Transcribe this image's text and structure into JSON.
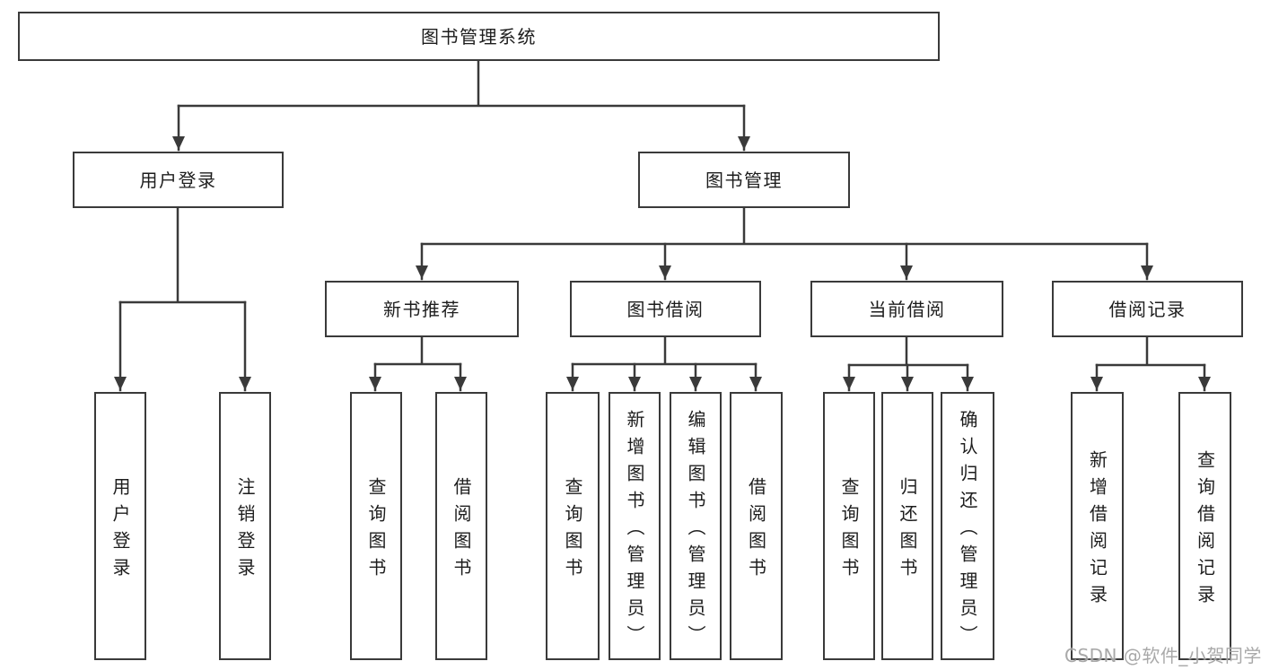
{
  "diagram": {
    "type": "hierarchy-tree",
    "root": {
      "label": "图书管理系统"
    },
    "level2": {
      "user_login": {
        "label": "用户登录"
      },
      "book_management": {
        "label": "图书管理"
      }
    },
    "level3": {
      "new_book_recommend": {
        "label": "新书推荐",
        "parent": "图书管理"
      },
      "book_borrowing": {
        "label": "图书借阅",
        "parent": "图书管理"
      },
      "current_borrowing": {
        "label": "当前借阅",
        "parent": "图书管理"
      },
      "borrowing_records": {
        "label": "借阅记录",
        "parent": "图书管理"
      }
    },
    "leaves": {
      "login": {
        "label": "用户登录",
        "parent": "用户登录"
      },
      "logout": {
        "label": "注销登录",
        "parent": "用户登录"
      },
      "nbr_query_books": {
        "label": "查询图书",
        "parent": "新书推荐"
      },
      "nbr_borrow_books": {
        "label": "借阅图书",
        "parent": "新书推荐"
      },
      "bb_query_books": {
        "label": "查询图书",
        "parent": "图书借阅"
      },
      "bb_add_books_admin": {
        "label": "新增图书（管理员）",
        "parent": "图书借阅"
      },
      "bb_edit_books_admin": {
        "label": "编辑图书（管理员）",
        "parent": "图书借阅"
      },
      "bb_borrow_books": {
        "label": "借阅图书",
        "parent": "图书借阅"
      },
      "cb_query_books": {
        "label": "查询图书",
        "parent": "当前借阅"
      },
      "cb_return_books": {
        "label": "归还图书",
        "parent": "当前借阅"
      },
      "cb_confirm_return_admin": {
        "label": "确认归还（管理员）",
        "parent": "当前借阅"
      },
      "br_add_record": {
        "label": "新增借阅记录",
        "parent": "借阅记录"
      },
      "br_query_record": {
        "label": "查询借阅记录",
        "parent": "借阅记录"
      }
    }
  },
  "watermark": "CSDN @软件_小贺同学",
  "colors": {
    "line": "#3a3a3a",
    "box_border": "#3a3a3a",
    "text": "#1d1d1d",
    "background": "#ffffff",
    "watermark": "#a2a2a2"
  }
}
